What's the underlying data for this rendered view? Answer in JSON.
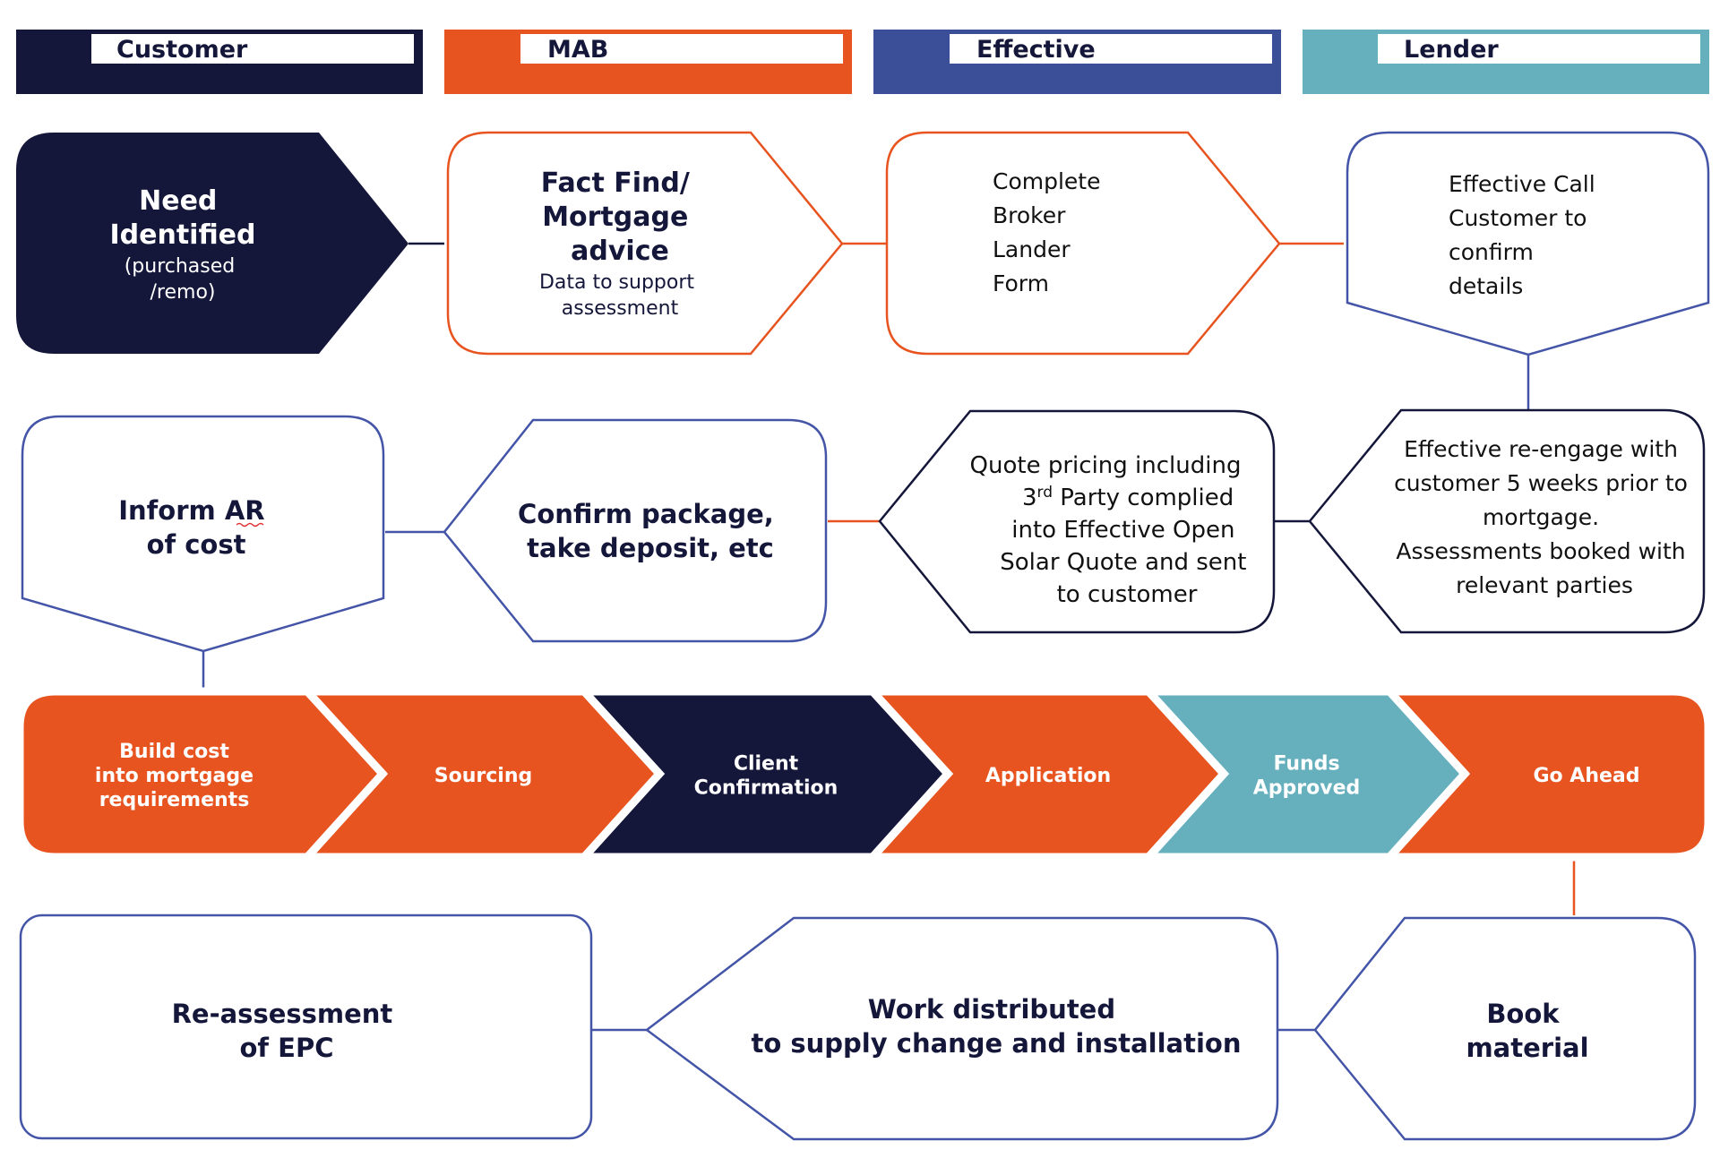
{
  "colors": {
    "navy": "#15173a",
    "orange": "#e85420",
    "blue": "#3b4f98",
    "teal": "#66afbd",
    "line_blue": "#4455a8"
  },
  "lanes": [
    {
      "label": "Customer",
      "color": "#15173a"
    },
    {
      "label": "MAB",
      "color": "#e85420"
    },
    {
      "label": "Effective",
      "color": "#3b4f98"
    },
    {
      "label": "Lender",
      "color": "#66afbd"
    }
  ],
  "row1": {
    "need": {
      "line1": "Need",
      "line2": "Identified",
      "sub1": "(purchased",
      "sub2": "/remo)"
    },
    "factfind": {
      "line1": "Fact Find/",
      "line2": "Mortgage",
      "line3": "advice",
      "sub1": "Data to support",
      "sub2": "assessment"
    },
    "complete": {
      "line1": "Complete",
      "line2": "Broker",
      "line3": "Lander",
      "line4": "Form"
    },
    "call": {
      "line1": "Effective Call",
      "line2": "Customer to",
      "line3": "confirm",
      "line4": "details"
    }
  },
  "row2": {
    "inform": {
      "line1": "Inform AR",
      "line2": "of cost"
    },
    "confirm": {
      "line1": "Confirm package,",
      "line2": "take deposit, etc"
    },
    "quote": {
      "line1": "Quote pricing including",
      "line2a": "3",
      "line2sup": "rd",
      "line2b": " Party complied",
      "line3": "into Effective Open",
      "line4": "Solar Quote and sent",
      "line5": "to customer"
    },
    "reengage": {
      "line1": "Effective re-engage with",
      "line2": "customer 5 weeks prior to",
      "line3": "mortgage.",
      "line4": "Assessments booked with",
      "line5": "relevant parties"
    }
  },
  "steps": [
    {
      "lines": [
        "Build cost",
        "into mortgage",
        "requirements"
      ],
      "color": "#e85420"
    },
    {
      "lines": [
        "Sourcing"
      ],
      "color": "#e85420"
    },
    {
      "lines": [
        "Client",
        "Confirmation"
      ],
      "color": "#15173a"
    },
    {
      "lines": [
        "Application"
      ],
      "color": "#e85420"
    },
    {
      "lines": [
        "Funds",
        "Approved"
      ],
      "color": "#66afbd"
    },
    {
      "lines": [
        "Go Ahead"
      ],
      "color": "#e85420"
    }
  ],
  "row4": {
    "reassess": {
      "line1": "Re-assessment",
      "line2": "of EPC"
    },
    "work": {
      "line1": "Work distributed",
      "line2": "to supply change and installation"
    },
    "book": {
      "line1": "Book",
      "line2": "material"
    }
  }
}
